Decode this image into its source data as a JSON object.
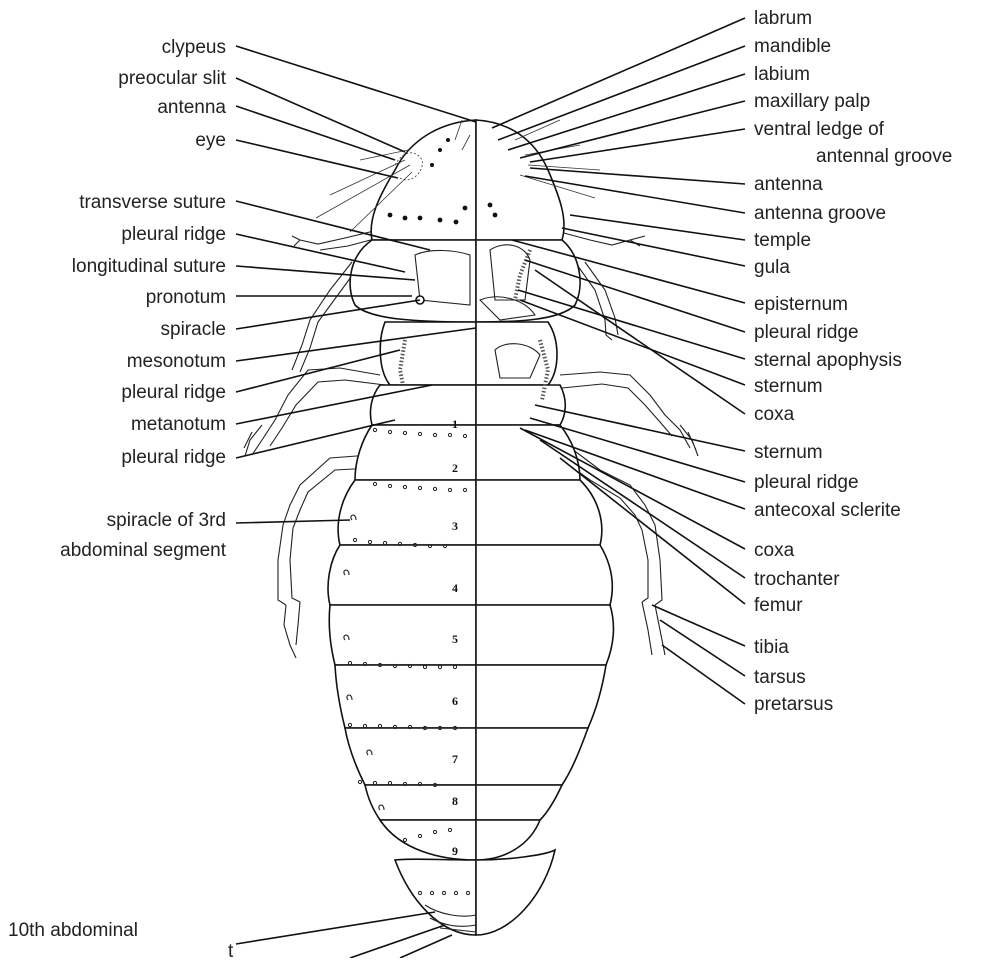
{
  "labels_left": [
    "clypeus",
    "preocular slit",
    "antenna",
    "eye",
    "transverse suture",
    "pleural ridge",
    "longitudinal suture",
    "pronotum",
    "spiracle",
    "mesonotum",
    "pleural ridge",
    "metanotum",
    "pleural ridge",
    "spiracle of 3rd",
    "abdominal segment",
    "10th abdominal"
  ],
  "labels_right": [
    "labrum",
    "mandible",
    "labium",
    "maxillary palp",
    "ventral ledge of",
    "antennal groove",
    "antenna",
    "antenna groove",
    "temple",
    "gula",
    "episternum",
    "pleural ridge",
    "sternal apophysis",
    "sternum",
    "coxa",
    "sternum",
    "pleural ridge",
    "antecoxal sclerite",
    "coxa",
    "trochanter",
    "femur",
    "tibia",
    "tarsus",
    "pretarsus"
  ],
  "segment_numbers": [
    "1",
    "2",
    "3",
    "4",
    "5",
    "6",
    "7",
    "8",
    "9"
  ],
  "partial_label": "t"
}
